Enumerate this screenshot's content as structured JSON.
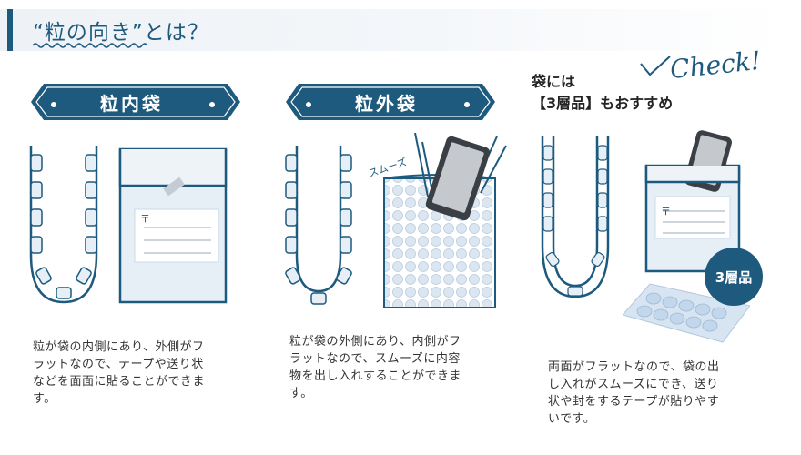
{
  "header": {
    "title": "“粒の向き”とは？"
  },
  "sections": [
    {
      "label": "粒内袋",
      "desc": [
        "粒が袋の内側にあり、外側がフ",
        "ラットなので、テープや送り状",
        "などを面面に貼ることができま",
        "す。"
      ]
    },
    {
      "label": "粒外袋",
      "desc": [
        "粒が袋の外側にあり、内側がフ",
        "ラットなので、スムーズに内容",
        "物を出し入れすることができま",
        "す。"
      ]
    },
    {
      "desc": [
        "両面がフラットなので、袋の出",
        "し入れがスムーズにでき、送り",
        "状や封をするテープが貼りやす",
        "いです。"
      ]
    }
  ],
  "note": {
    "line1": "袋には",
    "line2": "【3層品】もおすすめ"
  },
  "check_text": "Check!",
  "badge_label": "3層品",
  "smooth_label": "スムーズ",
  "mail_mark": "〒",
  "icons": [
    "bag-cross-section-icon",
    "envelope-icon",
    "smartphone-icon",
    "bubble-wrap-icon"
  ],
  "colors": {
    "accent": "#1d5a7e",
    "light": "#e6eef6",
    "bubble": "#c9d9ea"
  }
}
